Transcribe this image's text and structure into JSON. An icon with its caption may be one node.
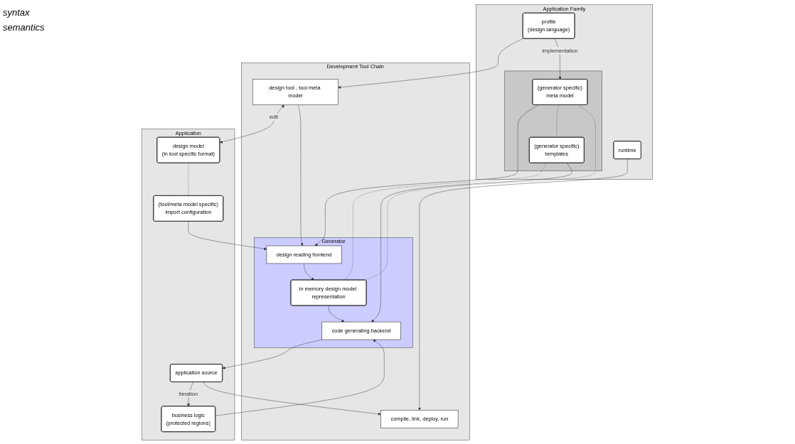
{
  "diagram": {
    "nodes": [
      {
        "text": [
          "Application Family"
        ]
      },
      {
        "text": [
          "profile",
          "(design language)"
        ],
        "in": 0
      },
      {
        "text": [],
        "shape": "box",
        "in": 0
      },
      {
        "text": [
          "(generator specific)",
          "meta model"
        ],
        "in": 2
      },
      {
        "text": [
          "(generator specific)",
          "templates"
        ],
        "in": 2
      },
      {
        "text": [
          "runtime"
        ],
        "in": 0
      },
      {
        "text": [
          "Development Tool Chain"
        ]
      },
      {
        "text": [
          "design tool , tool meta model"
        ],
        "in": 6
      },
      {
        "text": [
          "Generator"
        ],
        "in": 6
      },
      {
        "text": [
          "design reading frontend"
        ],
        "in": 8
      },
      {
        "text": [
          "in memory design model representation"
        ],
        "in": 8
      },
      {
        "text": [
          "code generating backend"
        ],
        "in": 8
      },
      {
        "text": [
          "compile, link, deploy, run"
        ],
        "in": 6
      },
      {
        "text": [
          "Application"
        ]
      },
      {
        "text": [
          "design model",
          "(in tool specific format)"
        ],
        "in": 13
      },
      {
        "text": [
          "(tool/meta model specific)",
          "import configuration"
        ],
        "in": 13
      },
      {
        "text": [
          "business logic",
          "(protected regions)"
        ],
        "in": 13
      },
      {
        "text": [
          "application source"
        ],
        "in": 13
      }
    ],
    "edges": [
      {
        "from": 1,
        "to": 7,
        "arrow": "to"
      },
      {
        "from": 7,
        "to": 14,
        "arrow": "both",
        "label": "edit"
      },
      {
        "from": 1,
        "to": 3,
        "arrow": "to",
        "label": "implementation"
      },
      {
        "from": 7,
        "to": 9,
        "arrow": "to"
      },
      {
        "from": 14,
        "to": 15,
        "arrow": "none",
        "style": "dashed"
      },
      {
        "from": 3,
        "to": 9,
        "arrow": "to"
      },
      {
        "from": 15,
        "to": 9,
        "arrow": "to"
      },
      {
        "from": 3,
        "to": 4,
        "arrow": "none",
        "style": "dashed"
      },
      {
        "from": 3,
        "to": 10,
        "arrow": "none",
        "style": "dashed"
      },
      {
        "from": 4,
        "to": 10,
        "arrow": "none",
        "style": "dashed"
      },
      {
        "from": 9,
        "to": 10,
        "arrow": "to"
      },
      {
        "from": 10,
        "to": 11,
        "arrow": "to"
      },
      {
        "from": 4,
        "to": 11,
        "arrow": "to"
      },
      {
        "from": 16,
        "to": 11,
        "arrow": "to"
      },
      {
        "from": 11,
        "to": 17,
        "arrow": "to"
      },
      {
        "from": 17,
        "to": 16,
        "arrow": "to",
        "label": "iteration"
      },
      {
        "from": 5,
        "to": 12,
        "arrow": "to"
      },
      {
        "from": 17,
        "to": 12,
        "arrow": "to"
      }
    ],
    "labels": [
      "syntax",
      "semantics"
    ]
  }
}
